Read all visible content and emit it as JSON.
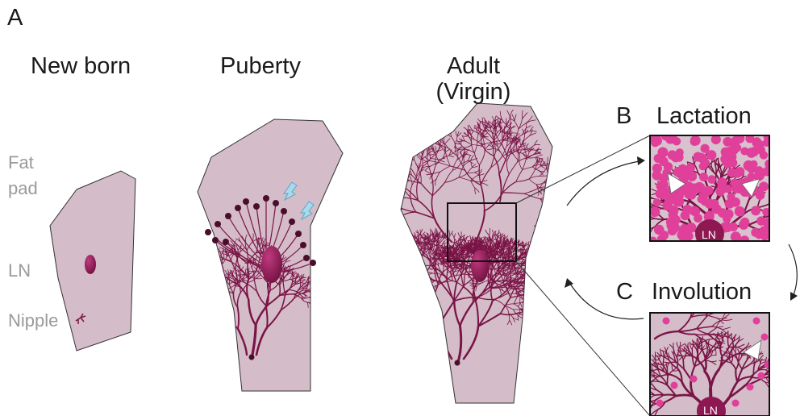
{
  "panel_a": "A",
  "panel_b": "B",
  "panel_c": "C",
  "stages": {
    "newborn": "New born",
    "puberty": "Puberty",
    "adult_line1": "Adult",
    "adult_line2": "(Virgin)",
    "lactation": "Lactation",
    "involution": "Involution"
  },
  "side_labels": {
    "fat_line1": "Fat",
    "fat_line2": "pad",
    "ln": "LN",
    "nipple": "Nipple"
  },
  "inset_ln": "LN",
  "colors": {
    "fat_pad": "#d4bcc8",
    "duct": "#7a1446",
    "lymph_node": "#8e1852",
    "alveoli": "#e0409a",
    "end_bud": "#4a0e2c",
    "arrow_blue": "#a9d9ec"
  }
}
